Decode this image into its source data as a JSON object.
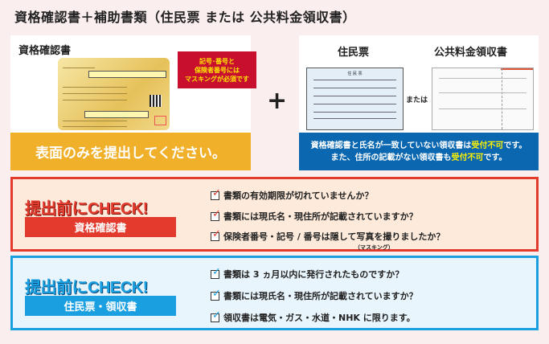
{
  "title": "資格確認書＋補助書類（住民票 または 公共料金領収書）",
  "left_panel": {
    "label": "資格確認書",
    "callout": [
      "記号･番号と",
      "保険者番号には",
      "マスキングが必須です"
    ],
    "footer": "表面のみを提出してください。"
  },
  "plus": "+",
  "right_panel": {
    "label_juminhyo": "住民票",
    "or": "または",
    "label_receipt": "公共料金領収書",
    "doc_title": "住 民 票",
    "footer_line1": {
      "pre": "資格確認書と氏名が一致していない領収書は",
      "hl": "受付不可",
      "post": "です。"
    },
    "footer_line2": {
      "pre": "また、住所の記載がない領収書も",
      "hl": "受付不可",
      "post": "です。"
    }
  },
  "check1": {
    "logo": "提出前にCHECK!",
    "tag": "資格確認書",
    "items": [
      "書類の有効期限が切れていませんか？",
      "書類には現氏名・現住所が記載されていますか？",
      "保険者番号・記号 / 番号は隠して写真を撮りましたか？"
    ],
    "note": "（マスキング）"
  },
  "check2": {
    "logo": "提出前にCHECK!",
    "tag": "住民票・領収書",
    "items": [
      "書類は 3 ヵ月以内に発行されたものですか？",
      "書類には現氏名・現住所が記載されていますか？",
      "領収書は電気・ガス・水道・NHK に限ります。"
    ]
  },
  "colors": {
    "red": "#e23b2e",
    "blue": "#1a9fe0",
    "orange": "#f0b02a",
    "navy": "#0b68b0",
    "highlight": "#fff200"
  }
}
